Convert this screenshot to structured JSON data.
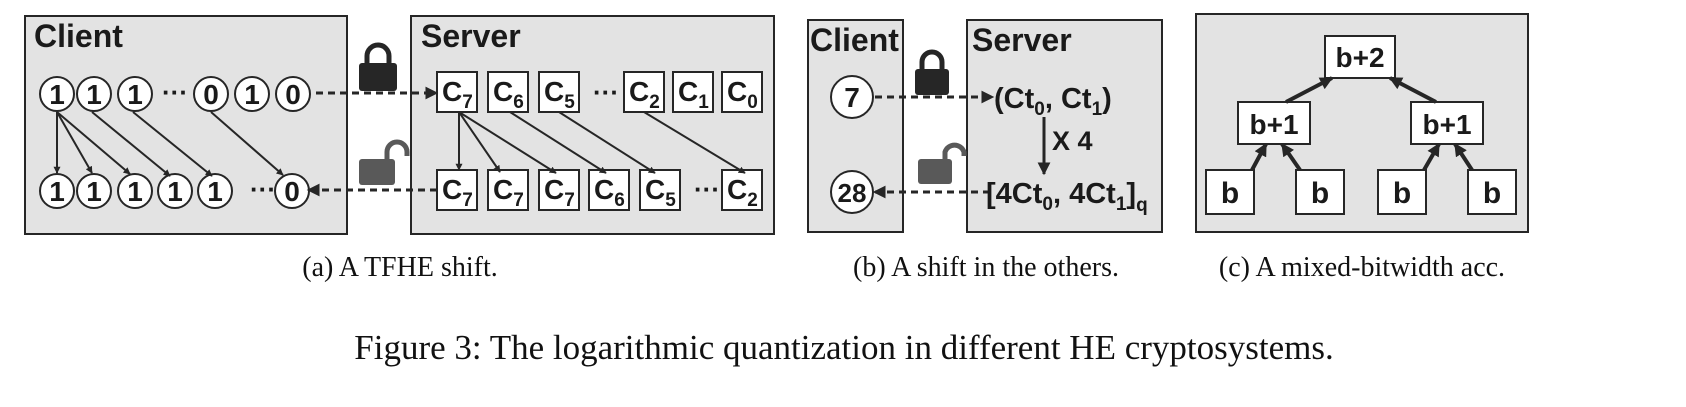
{
  "panel_a": {
    "client_title": "Client",
    "server_title": "Server",
    "client_top_bits": [
      "1",
      "1",
      "1",
      "0",
      "1",
      "0"
    ],
    "client_bottom_bits": [
      "1",
      "1",
      "1",
      "1",
      "1",
      "0"
    ],
    "server_top_cts": [
      {
        "base": "C",
        "sub": "7"
      },
      {
        "base": "C",
        "sub": "6"
      },
      {
        "base": "C",
        "sub": "5"
      },
      {
        "base": "C",
        "sub": "2"
      },
      {
        "base": "C",
        "sub": "1"
      },
      {
        "base": "C",
        "sub": "0"
      }
    ],
    "server_bottom_cts": [
      {
        "base": "C",
        "sub": "7"
      },
      {
        "base": "C",
        "sub": "7"
      },
      {
        "base": "C",
        "sub": "7"
      },
      {
        "base": "C",
        "sub": "6"
      },
      {
        "base": "C",
        "sub": "5"
      },
      {
        "base": "C",
        "sub": "2"
      }
    ],
    "ellipsis": "···",
    "caption": "(a)  A TFHE shift."
  },
  "panel_b": {
    "client_title": "Client",
    "server_title": "Server",
    "input_value": "7",
    "output_value": "28",
    "ct_pair": {
      "open": "(",
      "a": "Ct",
      "a_sub": "0",
      "sep": ", ",
      "b": "Ct",
      "b_sub": "1",
      "close": ")"
    },
    "multiply_label": "X 4",
    "result": {
      "open": "[",
      "a": "4Ct",
      "a_sub": "0",
      "sep": ", ",
      "b": "4Ct",
      "b_sub": "1",
      "close": "]",
      "mod": "q"
    },
    "caption": "(b)  A shift in the others."
  },
  "panel_c": {
    "root": "b+2",
    "mid_left": "b+1",
    "mid_right": "b+1",
    "leaves": [
      "b",
      "b",
      "b",
      "b"
    ],
    "caption": "(c)  A mixed-bitwidth acc."
  },
  "figure_caption": "Figure 3: The logarithmic quantization in different HE cryptosystems.",
  "colors": {
    "panel_bg": "#e3e3e3",
    "stroke": "#262626",
    "box_bg": "#ffffff",
    "lock": "#262626",
    "unlock": "#595959"
  }
}
